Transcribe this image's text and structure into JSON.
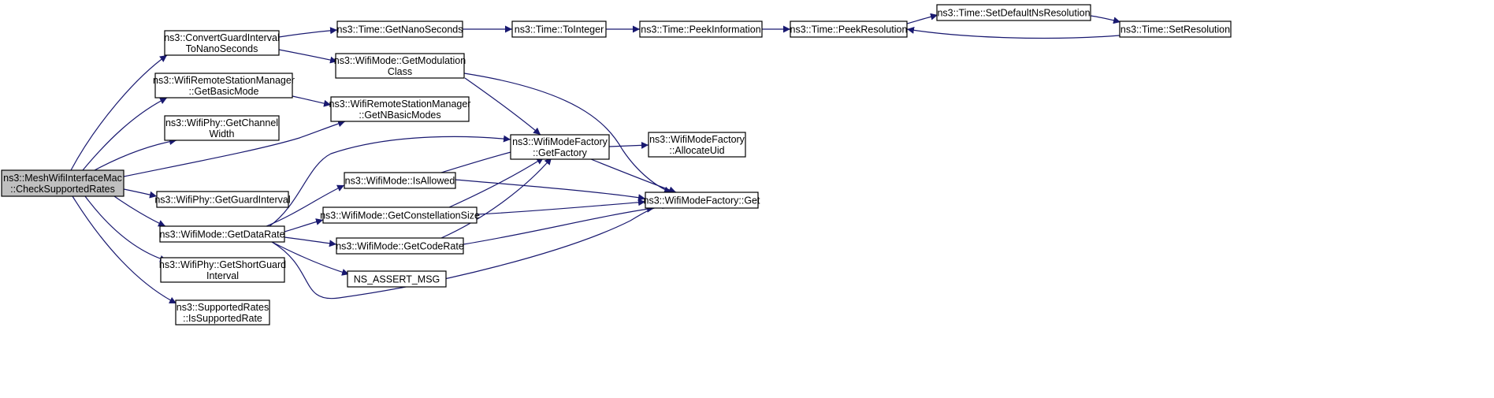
{
  "nodes": [
    {
      "id": "root",
      "lines": [
        "ns3::MeshWifiInterfaceMac",
        "::CheckSupportedRates"
      ],
      "root": true
    },
    {
      "id": "convert",
      "lines": [
        "ns3::ConvertGuardInterval",
        "ToNanoSeconds"
      ]
    },
    {
      "id": "getbasicmode",
      "lines": [
        "ns3::WifiRemoteStationManager",
        "::GetBasicMode"
      ]
    },
    {
      "id": "getchannelwidth",
      "lines": [
        "ns3::WifiPhy::GetChannel",
        "Width"
      ]
    },
    {
      "id": "getguardinterval",
      "lines": [
        "ns3::WifiPhy::GetGuardInterval"
      ]
    },
    {
      "id": "getdatarate",
      "lines": [
        "ns3::WifiMode::GetDataRate"
      ]
    },
    {
      "id": "getshortguard",
      "lines": [
        "ns3::WifiPhy::GetShortGuard",
        "Interval"
      ]
    },
    {
      "id": "issupportedrate",
      "lines": [
        "ns3::SupportedRates",
        "::IsSupportedRate"
      ]
    },
    {
      "id": "getnanoseconds",
      "lines": [
        "ns3::Time::GetNanoSeconds"
      ]
    },
    {
      "id": "getmodulationclass",
      "lines": [
        "ns3::WifiMode::GetModulation",
        "Class"
      ]
    },
    {
      "id": "getnbasicmodes",
      "lines": [
        "ns3::WifiRemoteStationManager",
        "::GetNBasicModes"
      ]
    },
    {
      "id": "isallowed",
      "lines": [
        "ns3::WifiMode::IsAllowed"
      ]
    },
    {
      "id": "getconstellationsize",
      "lines": [
        "ns3::WifiMode::GetConstellationSize"
      ]
    },
    {
      "id": "getcoderate",
      "lines": [
        "ns3::WifiMode::GetCodeRate"
      ]
    },
    {
      "id": "nsassertmsg",
      "lines": [
        "NS_ASSERT_MSG"
      ]
    },
    {
      "id": "tointeger",
      "lines": [
        "ns3::Time::ToInteger"
      ]
    },
    {
      "id": "getfactory",
      "lines": [
        "ns3::WifiModeFactory",
        "::GetFactory"
      ]
    },
    {
      "id": "factoryget",
      "lines": [
        "ns3::WifiModeFactory::Get"
      ]
    },
    {
      "id": "peekinformation",
      "lines": [
        "ns3::Time::PeekInformation"
      ]
    },
    {
      "id": "allocateuid",
      "lines": [
        "ns3::WifiModeFactory",
        "::AllocateUid"
      ]
    },
    {
      "id": "peekresolution",
      "lines": [
        "ns3::Time::PeekResolution"
      ]
    },
    {
      "id": "setdefaultns",
      "lines": [
        "ns3::Time::SetDefaultNsResolution"
      ]
    },
    {
      "id": "setresolution",
      "lines": [
        "ns3::Time::SetResolution"
      ]
    }
  ],
  "edges": [
    [
      "root",
      "convert"
    ],
    [
      "root",
      "getbasicmode"
    ],
    [
      "root",
      "getchannelwidth"
    ],
    [
      "root",
      "getnbasicmodes"
    ],
    [
      "root",
      "getguardinterval"
    ],
    [
      "root",
      "getdatarate"
    ],
    [
      "root",
      "getshortguard"
    ],
    [
      "root",
      "issupportedrate"
    ],
    [
      "convert",
      "getnanoseconds"
    ],
    [
      "convert",
      "getmodulationclass"
    ],
    [
      "getbasicmode",
      "getnbasicmodes"
    ],
    [
      "getnanoseconds",
      "tointeger"
    ],
    [
      "tointeger",
      "peekinformation"
    ],
    [
      "peekinformation",
      "peekresolution"
    ],
    [
      "peekresolution",
      "setdefaultns"
    ],
    [
      "setdefaultns",
      "setresolution"
    ],
    [
      "setresolution",
      "peekresolution"
    ],
    [
      "getmodulationclass",
      "getfactory"
    ],
    [
      "getmodulationclass",
      "factoryget"
    ],
    [
      "getfactory",
      "allocateuid"
    ],
    [
      "getfactory",
      "factoryget"
    ],
    [
      "getdatarate",
      "getfactory"
    ],
    [
      "getdatarate",
      "isallowed"
    ],
    [
      "getdatarate",
      "getconstellationsize"
    ],
    [
      "getdatarate",
      "getcoderate"
    ],
    [
      "getdatarate",
      "nsassertmsg"
    ],
    [
      "getdatarate",
      "factoryget"
    ],
    [
      "isallowed",
      "getfactory"
    ],
    [
      "isallowed",
      "factoryget"
    ],
    [
      "getconstellationsize",
      "getfactory"
    ],
    [
      "getconstellationsize",
      "factoryget"
    ],
    [
      "getcoderate",
      "getfactory"
    ],
    [
      "getcoderate",
      "factoryget"
    ]
  ]
}
